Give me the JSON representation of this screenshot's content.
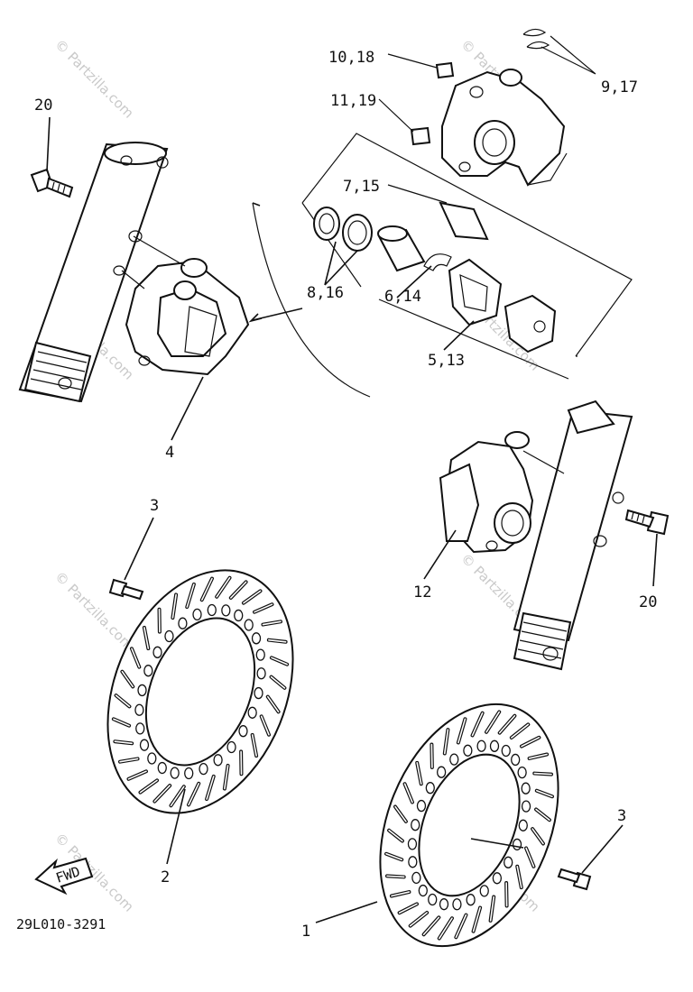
{
  "diagram": {
    "watermark": "© Partzilla.com",
    "drawing_code": "29L010-3291",
    "fwd_label": "FWD",
    "callouts": {
      "p1": "1",
      "p2": "2",
      "p3a": "3",
      "p3b": "3",
      "p4": "4",
      "p5_13": "5,13",
      "p6_14": "6,14",
      "p7_15": "7,15",
      "p8_16": "8,16",
      "p9_17": "9,17",
      "p10_18": "10,18",
      "p11_19": "11,19",
      "p12": "12",
      "p20a": "20",
      "p20b": "20"
    }
  }
}
